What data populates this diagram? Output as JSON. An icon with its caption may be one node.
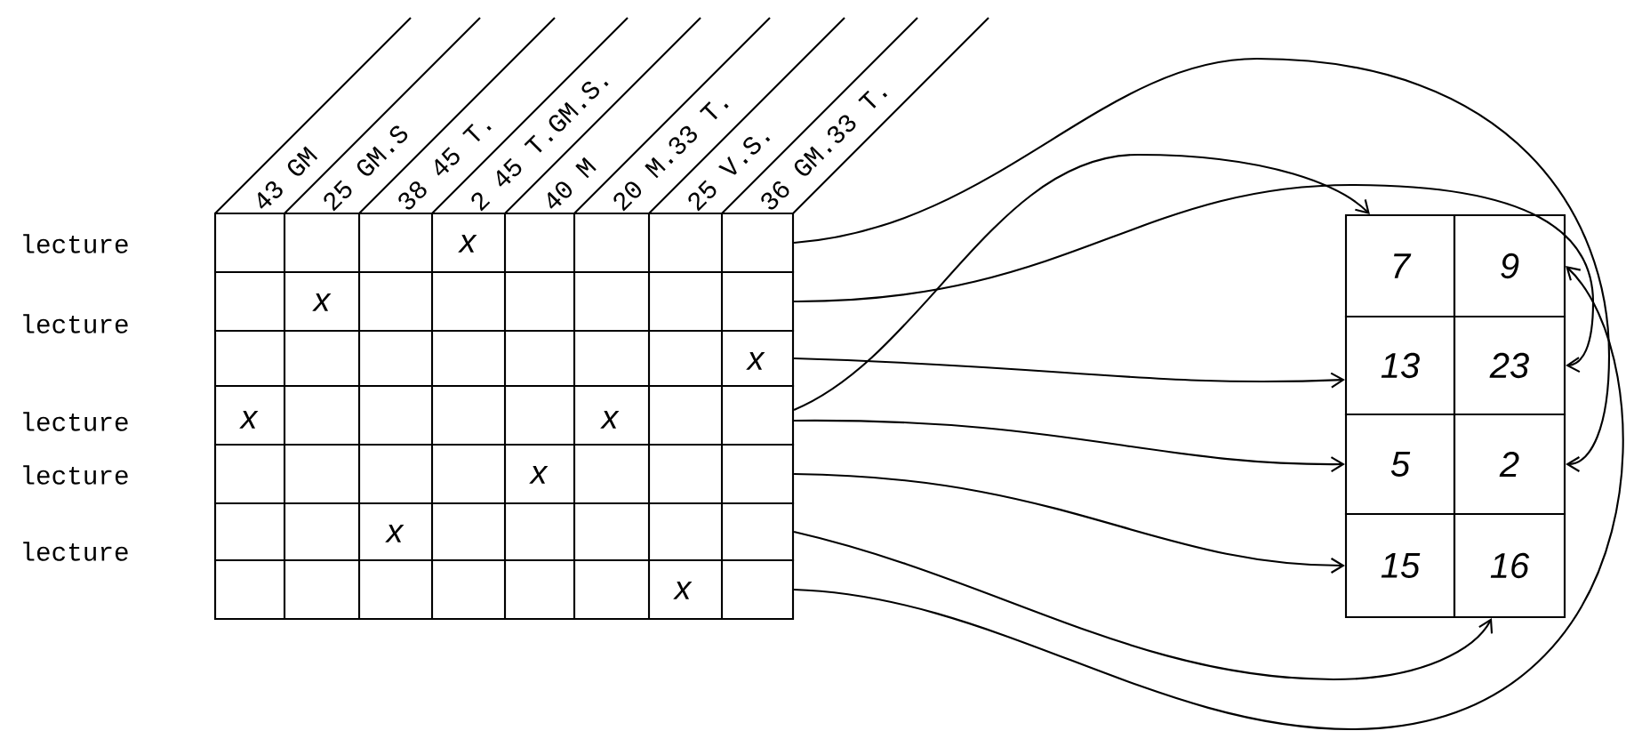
{
  "diagram": {
    "nodes": [
      {
        "text": [],
        "shape": "box"
      },
      {
        "text": [],
        "shape": "box"
      },
      {
        "text": [],
        "shape": "box"
      },
      {
        "text": [],
        "shape": "box"
      },
      {
        "text": [],
        "shape": "box"
      },
      {
        "text": [],
        "shape": "box"
      },
      {
        "text": [],
        "shape": "box"
      },
      {
        "text": [
          "7"
        ]
      },
      {
        "text": [
          "9"
        ]
      },
      {
        "text": [
          "13"
        ]
      },
      {
        "text": [
          "23"
        ]
      },
      {
        "text": [
          "5"
        ]
      },
      {
        "text": [
          "2"
        ]
      },
      {
        "text": [
          "15"
        ]
      },
      {
        "text": [
          "16"
        ]
      }
    ],
    "edges": [
      {
        "from": 0,
        "to": 12,
        "arrow": "to"
      },
      {
        "from": 1,
        "to": 10,
        "arrow": "to"
      },
      {
        "from": 2,
        "to": 9,
        "arrow": "to"
      },
      {
        "from": 3,
        "to": 7,
        "arrow": "to"
      },
      {
        "from": 3,
        "to": 11,
        "arrow": "to"
      },
      {
        "from": 4,
        "to": 13,
        "arrow": "to"
      },
      {
        "from": 5,
        "to": 14,
        "arrow": "to"
      },
      {
        "from": 6,
        "to": 8,
        "arrow": "to"
      }
    ],
    "labels": [
      "43 GM",
      "25 GM.S",
      "38 45 T.",
      "2 45 T.GM.S.",
      "40 M",
      "20 M.33 T.",
      "25 V.S.",
      "36 GM.33 T.",
      "lecture",
      "x",
      "lecture",
      "x",
      "x",
      "lecture",
      "x",
      "x",
      "lecture",
      "x",
      "lecture",
      "x",
      "x"
    ]
  }
}
